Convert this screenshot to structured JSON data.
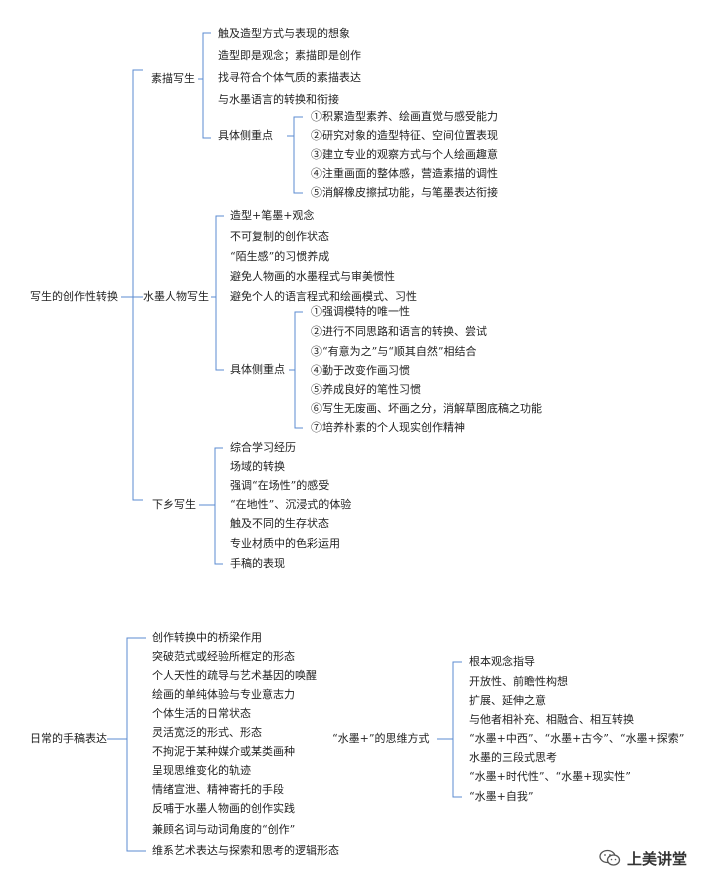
{
  "diagram1": {
    "root": "写生的创作性转换",
    "sketch": {
      "label": "素描写生",
      "items": [
        "触及造型方式与表现的想象",
        "造型即是观念；素描即是创作",
        "找寻符合个体气质的素描表达",
        "与水墨语言的转换和衔接"
      ],
      "focus": {
        "label": "具体侧重点",
        "items": [
          "①积累造型素养、绘画直觉与感受能力",
          "②研究对象的造型特征、空间位置表现",
          "③建立专业的观察方式与个人绘画趣意",
          "④注重画面的整体感，营造素描的调性",
          "⑤消解橡皮擦拭功能，与笔墨表达衔接"
        ]
      }
    },
    "ink": {
      "label": "水墨人物写生",
      "items": [
        "造型+笔墨+观念",
        "不可复制的创作状态",
        "“陌生感”的习惯养成",
        "避免人物画的水墨程式与审美惯性",
        "避免个人的语言程式和绘画模式、习性"
      ],
      "focus": {
        "label": "具体侧重点",
        "items": [
          "①强调模特的唯一性",
          "②进行不同思路和语言的转换、尝试",
          "③“有意为之”与“顺其自然”相结合",
          "④勤于改变作画习惯",
          "⑤养成良好的笔性习惯",
          "⑥写生无废画、坏画之分，消解草图底稿之功能",
          "⑦培养朴素的个人现实创作精神"
        ]
      }
    },
    "field": {
      "label": "下乡写生",
      "items": [
        "综合学习经历",
        "场域的转换",
        "强调“在场性”的感受",
        "“在地性”、沉浸式的体验",
        "触及不同的生存状态",
        "专业材质中的色彩运用",
        "手稿的表现"
      ]
    }
  },
  "diagram2": {
    "root": "日常的手稿表达",
    "items": [
      "创作转换中的桥梁作用",
      "突破范式或经验所框定的形态",
      "个人天性的疏导与艺术基因的唤醒",
      "绘画的单纯体验与专业意志力",
      "个体生活的日常状态",
      "灵活宽泛的形式、形态",
      "不拘泥于某种媒介或某类画种",
      "呈现思维变化的轨迹",
      "情绪宣泄、精神寄托的手段",
      "反哺于水墨人物画的创作实践",
      "兼顾名词与动词角度的“创作”",
      "维系艺术表达与探索和思考的逻辑形态"
    ],
    "thinking": {
      "label": "“水墨+”的思维方式",
      "items": [
        "根本观念指导",
        "开放性、前瞻性构想",
        "扩展、延伸之意",
        "与他者相补充、相融合、相互转换",
        "“水墨+中西”、“水墨+古今”、“水墨+探索”",
        "水墨的三段式思考",
        "“水墨+时代性”、“水墨+现实性”",
        "“水墨+自我”"
      ]
    }
  },
  "watermark": {
    "text": "上美讲堂",
    "icon": "wechat-icon"
  }
}
